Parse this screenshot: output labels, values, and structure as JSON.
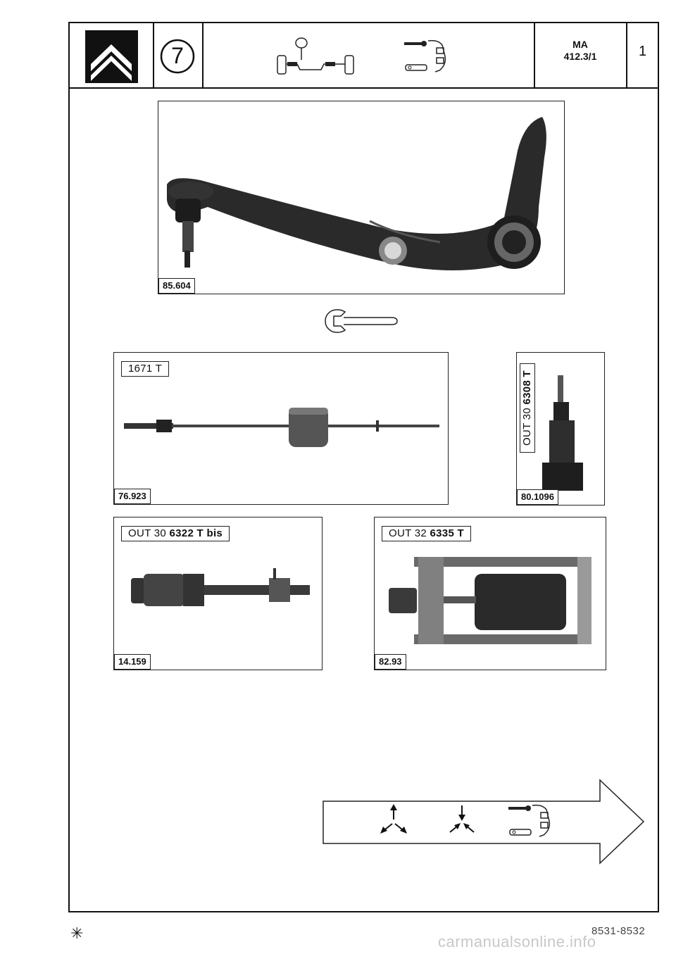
{
  "header": {
    "brand_logo": "citroen-double-chevron-logo",
    "group_number": "7",
    "axle_icon": "suspension-axle-icon",
    "arm_icon": "suspension-arm-icon",
    "ref_line1": "MA",
    "ref_line2": "412.3/1",
    "sheet_number": "1"
  },
  "photos": {
    "arm": {
      "label": "85.604",
      "subject": "suspension-arm-photo"
    },
    "wrench_icon": "wrench-icon",
    "tool1": {
      "name_plain": "1671 T",
      "label": "76.923",
      "subject": "slide-hammer-photo"
    },
    "tool2": {
      "name_plain": "OUT 30 ",
      "name_bold": "6308 T",
      "label": "80.1096",
      "subject": "drift-tool-photo"
    },
    "tool3": {
      "name_plain": "OUT 30 ",
      "name_bold": "6322 T bis",
      "label": "14.159",
      "subject": "extractor-screw-photo"
    },
    "tool4": {
      "name_plain": "OUT 32 ",
      "name_bold": "6335 T",
      "label": "82.93",
      "subject": "press-frame-photo"
    }
  },
  "next_arrow": {
    "icons": [
      "removal-arrows-icon",
      "fitting-arrows-icon",
      "suspension-arm-icon"
    ]
  },
  "footer": {
    "mark": "✳",
    "code": "8531-8532",
    "watermark": "carmanualsonline.info"
  }
}
